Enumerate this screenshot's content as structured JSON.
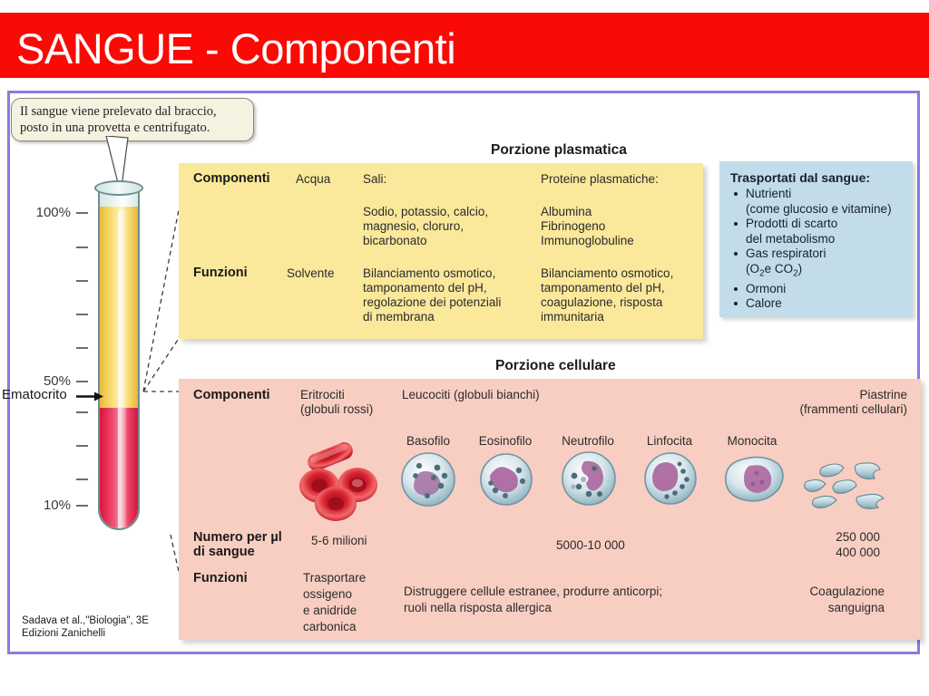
{
  "title": "SANGUE - Componenti",
  "colors": {
    "banner": "#FA0A05",
    "panel_border": "#8B7BE0",
    "plasma_table": "#FAE89B",
    "cell_table": "#F8CEC2",
    "transport_box": "#C3DCEA"
  },
  "callout": {
    "line1": "Il sangue viene prelevato dal braccio,",
    "line2": "posto in una provetta e centrifugato."
  },
  "tube": {
    "scale": [
      "100%",
      "50%",
      "10%"
    ],
    "hematocrit_label": "Ematocrito"
  },
  "plasma": {
    "heading": "Porzione plasmatica",
    "rows": [
      {
        "label": "Componenti",
        "water": "Acqua",
        "salts_title": "Sali:",
        "salts_detail_l1": "Sodio, potassio, calcio,",
        "salts_detail_l2": "magnesio, cloruro,",
        "salts_detail_l3": "bicarbonato",
        "proteins_title": "Proteine plasmatiche:",
        "proteins_l1": "Albumina",
        "proteins_l2": "Fibrinogeno",
        "proteins_l3": "Immunoglobuline"
      },
      {
        "label": "Funzioni",
        "water": "Solvente",
        "salts_func_l1": "Bilanciamento osmotico,",
        "salts_func_l2": "tamponamento del pH,",
        "salts_func_l3": "regolazione dei potenziali",
        "salts_func_l4": "di membrana",
        "proteins_func_l1": "Bilanciamento osmotico,",
        "proteins_func_l2": "tamponamento del pH,",
        "proteins_func_l3": "coagulazione, risposta",
        "proteins_func_l4": "immunitaria"
      }
    ]
  },
  "transport": {
    "title": "Trasportati dal sangue:",
    "items": [
      {
        "l1": "Nutrienti",
        "l2": "(come glucosio e vitamine)"
      },
      {
        "l1": "Prodotti di scarto",
        "l2": "del metabolismo"
      },
      {
        "l1": "Gas respiratori",
        "l2_pre": "(O",
        "l2_sub1": "2",
        "l2_mid": "e CO",
        "l2_sub2": "2",
        "l2_post": ")"
      },
      {
        "l1": "Ormoni",
        "l2": ""
      },
      {
        "l1": "Calore",
        "l2": ""
      }
    ]
  },
  "cellular": {
    "heading": "Porzione cellulare",
    "components": {
      "label": "Componenti",
      "erythrocytes_l1": "Eritrociti",
      "erythrocytes_l2": "(globuli rossi)",
      "leukocytes": "Leucociti (globuli bianchi)",
      "platelets_l1": "Piastrine",
      "platelets_l2": "(frammenti cellulari)"
    },
    "wbc_types": [
      "Basofilo",
      "Eosinofilo",
      "Neutrofilo",
      "Linfocita",
      "Monocita"
    ],
    "count": {
      "label_l1": "Numero per µl",
      "label_l2": "di sangue",
      "erythrocytes": "5-6 milioni",
      "leukocytes": "5000-10 000",
      "platelets_l1": "250 000",
      "platelets_l2": "400 000"
    },
    "functions": {
      "label": "Funzioni",
      "erythrocytes_l1": "Trasportare",
      "erythrocytes_l2": "ossigeno",
      "erythrocytes_l3": "e anidride",
      "erythrocytes_l4": "carbonica",
      "leukocytes_l1": "Distruggere cellule estranee, produrre anticorpi;",
      "leukocytes_l2": "ruoli nella risposta allergica",
      "platelets_l1": "Coagulazione",
      "platelets_l2": "sanguigna"
    }
  },
  "attribution": {
    "line1": "Sadava et al.,\"Biologia\", 3E",
    "line2": "Edizioni Zanichelli"
  }
}
